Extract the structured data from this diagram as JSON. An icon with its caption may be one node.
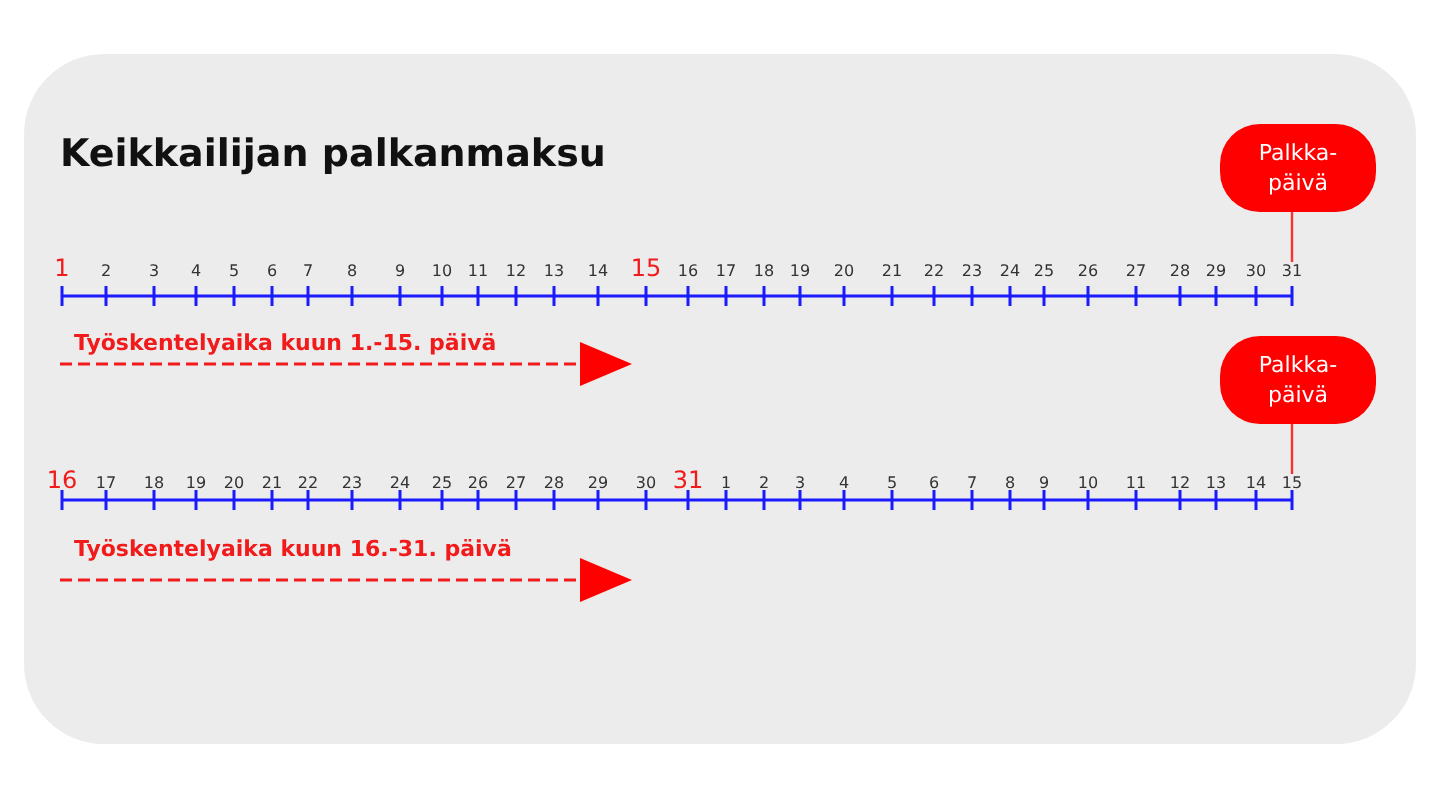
{
  "diagram": {
    "title": "Keikkailijan palkanmaksu",
    "nodes": [
      {
        "text": [
          "Palkka- päivä"
        ]
      },
      {
        "text": [
          "31"
        ]
      },
      {
        "text": [
          "Palkka- päivä"
        ]
      },
      {
        "text": [
          "15"
        ]
      }
    ],
    "edges": [
      {
        "from": 0,
        "to": 1,
        "arrow": "none"
      },
      {
        "from": 2,
        "to": 3,
        "arrow": "none"
      }
    ],
    "labels": [
      "1",
      "2",
      "3",
      "4",
      "5",
      "6",
      "7",
      "8",
      "9",
      "10",
      "11",
      "12",
      "13",
      "14",
      "15",
      "16",
      "17",
      "18",
      "19",
      "20",
      "21",
      "22",
      "23",
      "24",
      "25",
      "26",
      "27",
      "28",
      "29",
      "30",
      "Työskentelyaika kuun 1.-15. päivä",
      "16",
      "17",
      "18",
      "19",
      "20",
      "21",
      "22",
      "23",
      "24",
      "25",
      "26",
      "27",
      "28",
      "29",
      "30",
      "31",
      "1",
      "2",
      "3",
      "4",
      "5",
      "6",
      "7",
      "8",
      "9",
      "10",
      "11",
      "12",
      "13",
      "14",
      "Työskentelyaika kuun 16.-31. päivä"
    ]
  }
}
